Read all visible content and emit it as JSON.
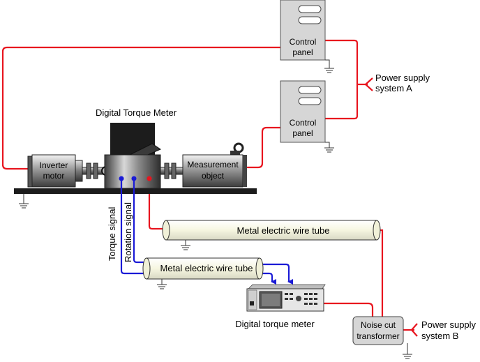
{
  "labels": {
    "control_panel_top_line1": "Control",
    "control_panel_top_line2": "panel",
    "control_panel_mid_line1": "Control",
    "control_panel_mid_line2": "panel",
    "power_supply_a_line1": "Power supply",
    "power_supply_a_line2": "system A",
    "digital_torque_meter_title": "Digital Torque Meter",
    "inverter_motor_line1": "Inverter",
    "inverter_motor_line2": "motor",
    "measurement_object_line1": "Measurement",
    "measurement_object_line2": "object",
    "torque_signal": "Torque signal",
    "rotation_signal": "Rotation signal",
    "metal_tube_upper": "Metal electric wire tube",
    "metal_tube_lower": "Metal electric wire tube",
    "digital_torque_meter_unit": "Digital torque meter",
    "noise_cut_line1": "Noise cut",
    "noise_cut_line2": "transformer",
    "power_supply_b_line1": "Power supply",
    "power_supply_b_line2": "system B"
  },
  "colors": {
    "power_wire": "#e8141e",
    "signal_wire": "#1a1ad6",
    "panel_fill": "#d6d6d6",
    "tube_fill": "#fafae6"
  }
}
